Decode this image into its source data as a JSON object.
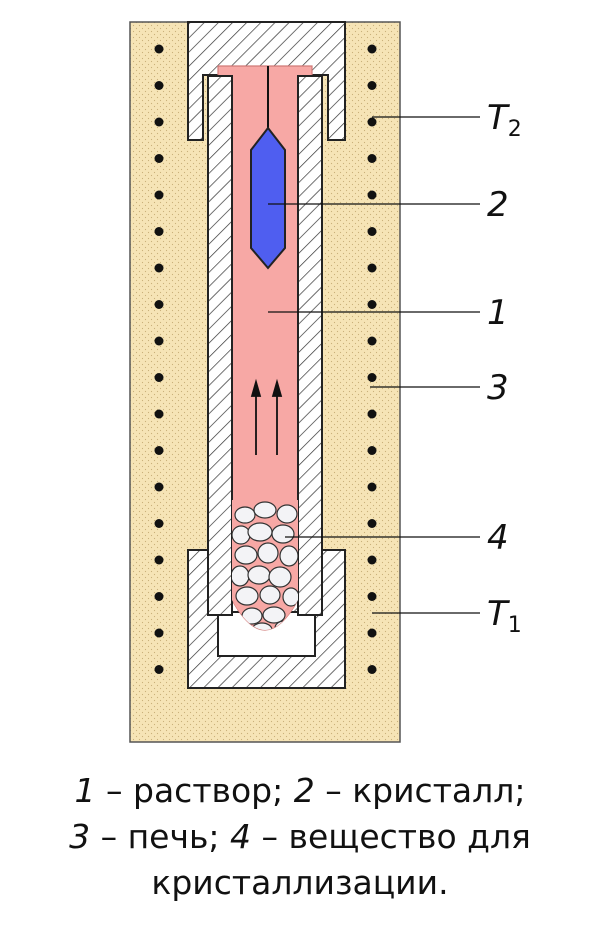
{
  "labels": {
    "t2": "T",
    "t2_sub": "2",
    "crystal": "2",
    "solution": "1",
    "furnace": "3",
    "substance": "4",
    "t1": "T",
    "t1_sub": "1"
  },
  "caption": {
    "n1": "1",
    "t1": " – раствор; ",
    "n2": "2",
    "t2": " – кристалл;",
    "n3": "3",
    "t3": " – печь; ",
    "n4": "4",
    "t4": " – вещество для",
    "line3": "кристаллизации."
  },
  "colors": {
    "furnace": "#f6e4b6",
    "solution": "#f7a8a5",
    "crystal": "#4f5ef0",
    "hatch_stroke": "#333333"
  }
}
